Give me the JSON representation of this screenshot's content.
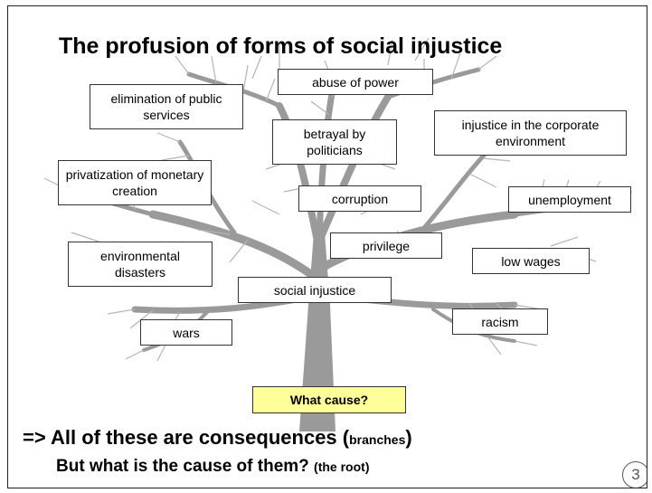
{
  "title": "The profusion of forms of social injustice",
  "boxes": {
    "abuse_of_power": "abuse of power",
    "elimination": "elimination of public services",
    "betrayal": "betrayal by politicians",
    "corporate": "injustice in the corporate environment",
    "privatization": "privatization of monetary creation",
    "corruption": "corruption",
    "unemployment": "unemployment",
    "privilege": "privilege",
    "environmental": "environmental disasters",
    "low_wages": "low wages",
    "social_injustice": "social injustice",
    "racism": "racism",
    "wars": "wars",
    "what_cause": "What cause?"
  },
  "footer": {
    "line1_main": "=> All of these are consequences (",
    "line1_small": "branches",
    "line1_end": ")",
    "line2_main": "But what is the cause of them? ",
    "line2_small": "(the root)"
  },
  "page_number": "3",
  "colors": {
    "trunk": "#9a9a9a",
    "twig": "#b0b0b0",
    "cause_fill": "#ffff99"
  }
}
